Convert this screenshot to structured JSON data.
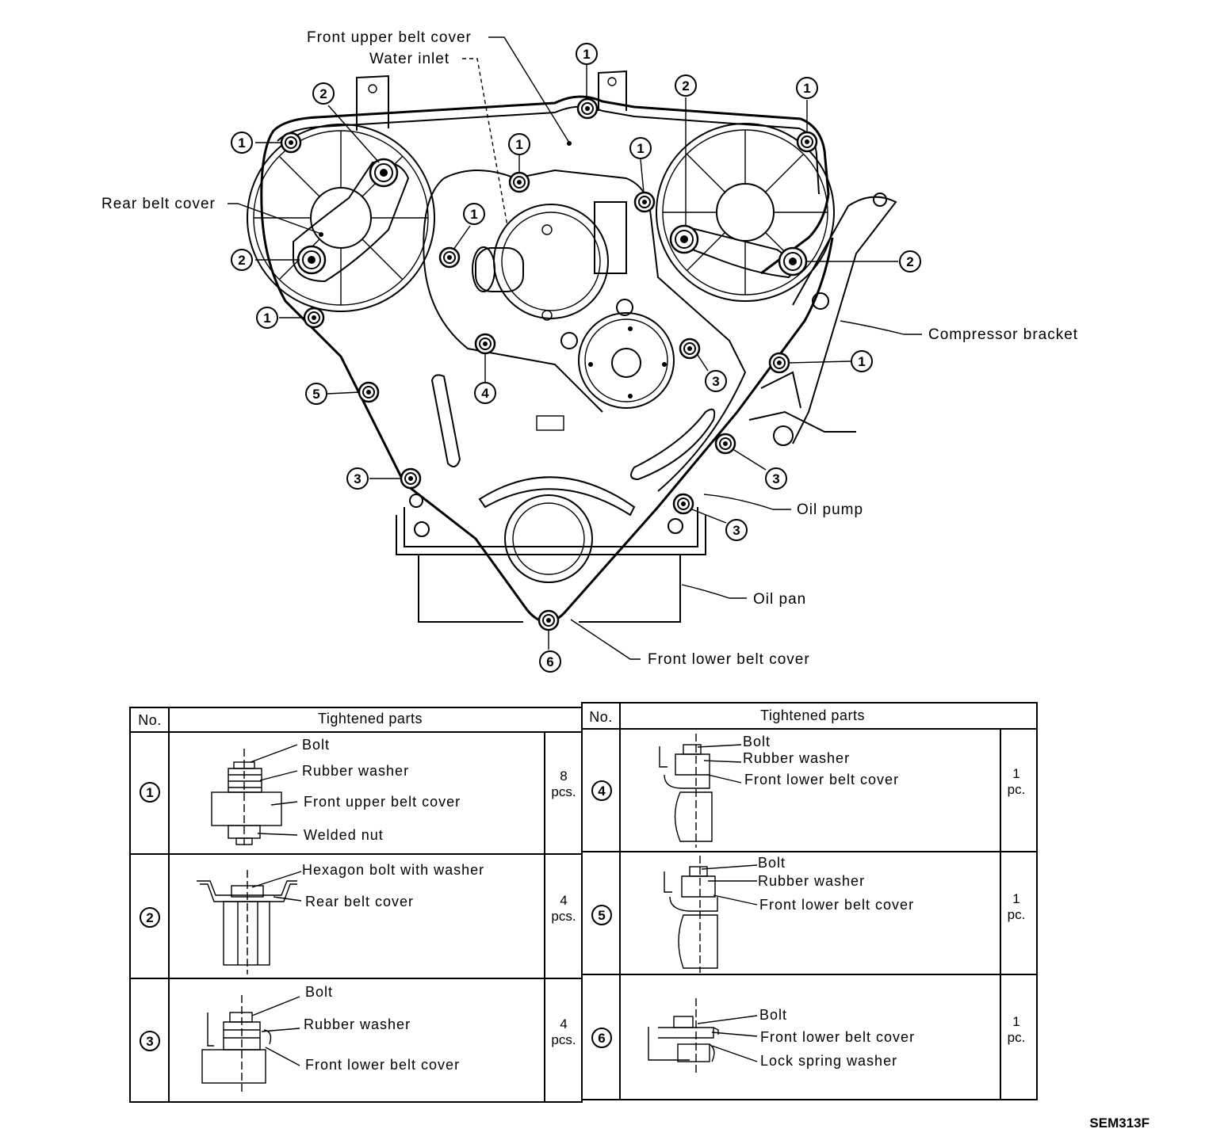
{
  "callouts": {
    "front_upper_belt_cover": "Front upper belt cover",
    "water_inlet": "Water inlet",
    "rear_belt_cover": "Rear belt cover",
    "compressor_bracket": "Compressor bracket",
    "oil_pump": "Oil pump",
    "oil_pan": "Oil pan",
    "front_lower_belt_cover": "Front lower belt cover"
  },
  "bolt_numbers": [
    "1",
    "2",
    "3",
    "4",
    "5",
    "6"
  ],
  "table": {
    "headers": {
      "no": "No.",
      "parts": "Tightened parts"
    },
    "rows": [
      {
        "no": "1",
        "labels": [
          "Bolt",
          "Rubber washer",
          "Front upper belt cover",
          "Welded nut"
        ],
        "qty": [
          "8",
          "pcs."
        ]
      },
      {
        "no": "2",
        "labels": [
          "Hexagon bolt with washer",
          "Rear belt cover"
        ],
        "qty": [
          "4",
          "pcs."
        ]
      },
      {
        "no": "3",
        "labels": [
          "Bolt",
          "Rubber washer",
          "Front lower belt cover"
        ],
        "qty": [
          "4",
          "pcs."
        ]
      },
      {
        "no": "4",
        "labels": [
          "Bolt",
          "Rubber washer",
          "Front lower belt cover"
        ],
        "qty": [
          "1",
          "pc."
        ]
      },
      {
        "no": "5",
        "labels": [
          "Bolt",
          "Rubber washer",
          "Front lower belt cover"
        ],
        "qty": [
          "1",
          "pc."
        ]
      },
      {
        "no": "6",
        "labels": [
          "Bolt",
          "Front lower belt cover",
          "Lock spring washer"
        ],
        "qty": [
          "1",
          "pc."
        ]
      }
    ]
  },
  "figure_code": "SEM313F"
}
